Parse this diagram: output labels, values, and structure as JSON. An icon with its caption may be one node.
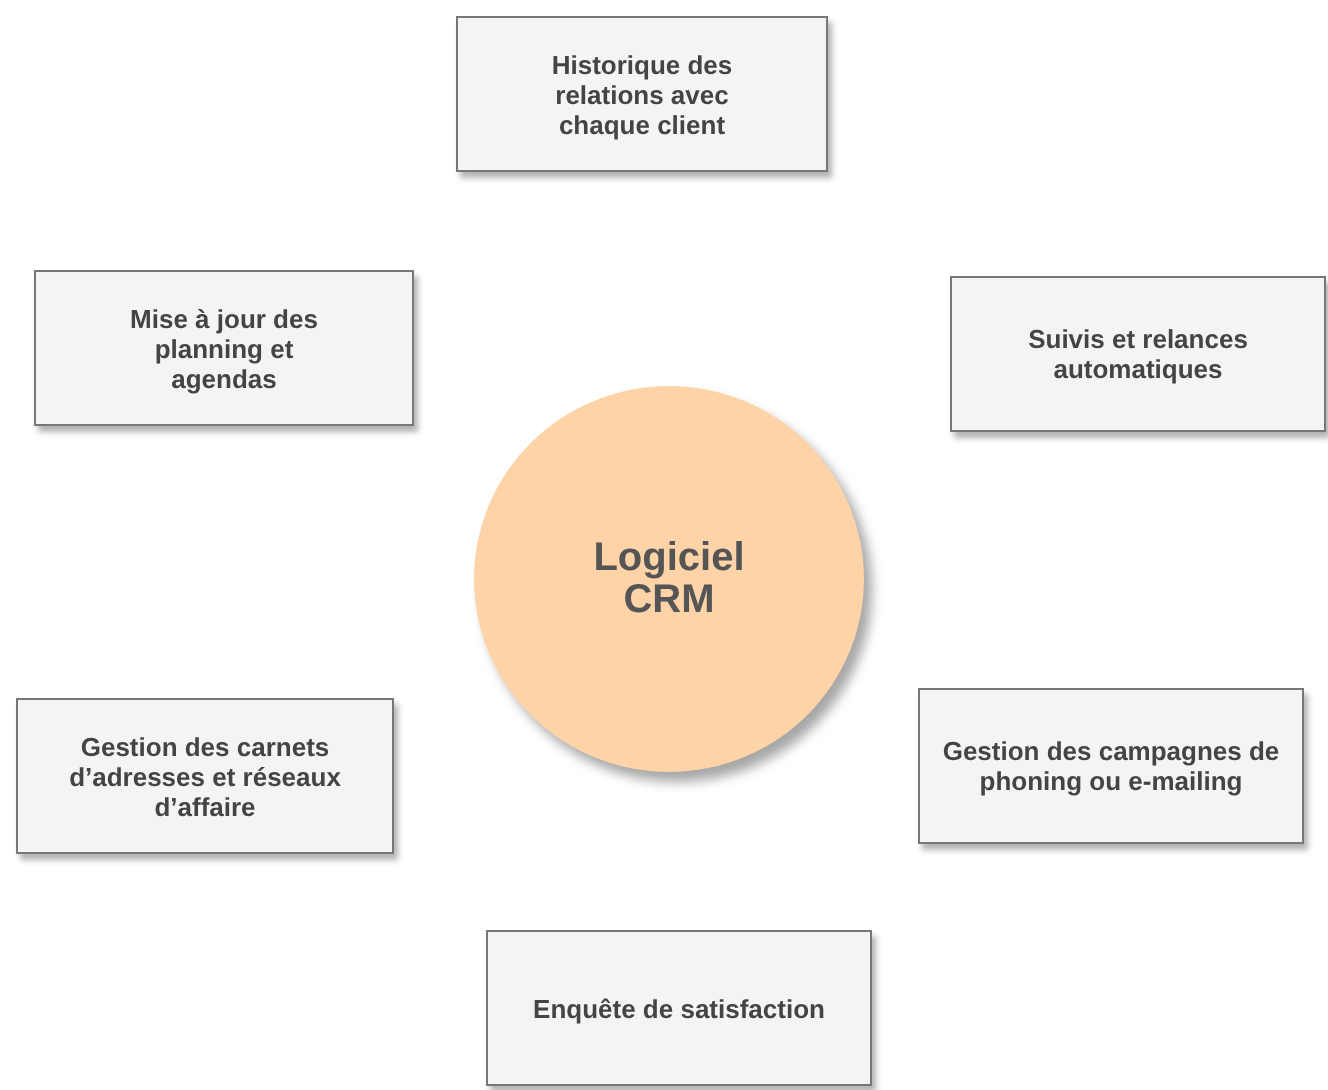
{
  "diagram": {
    "nodes": [
      {
        "text": [
          "Historique des relations avec chaque client"
        ]
      },
      {
        "text": [
          "Mise à jour des planning et agendas"
        ]
      },
      {
        "text": [
          "Suivis et relances automatiques"
        ]
      },
      {
        "text": [
          "Logiciel CRM"
        ]
      },
      {
        "text": [
          "Gestion des campagnes de phoning ou e-mailing"
        ]
      },
      {
        "text": [
          "Gestion des carnets d’adresses et réseaux d’affaire"
        ]
      },
      {
        "text": [
          "Enquête de satisfaction"
        ]
      }
    ]
  }
}
